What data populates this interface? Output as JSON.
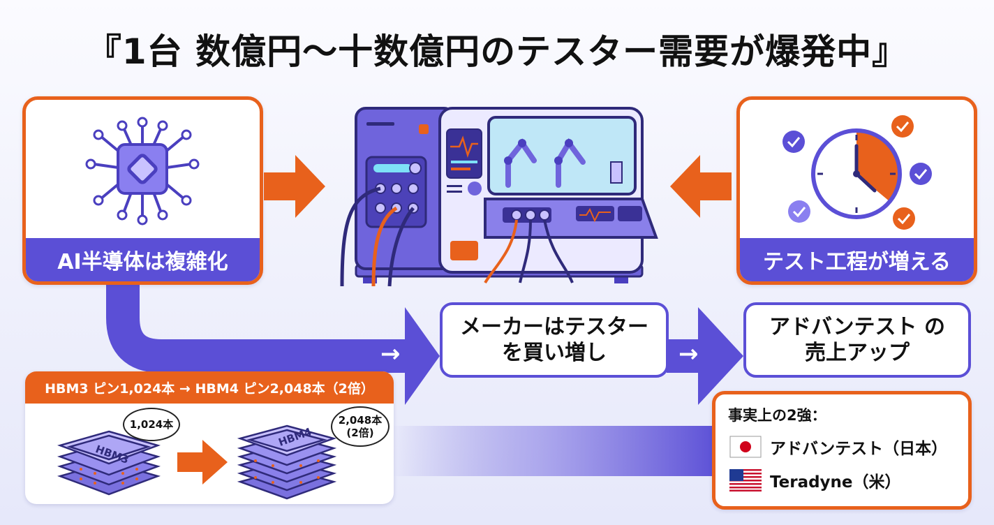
{
  "title": "『1台 数億円〜十数億円のテスター需要が爆発中』",
  "left_card": {
    "label": "AI半導体は複雑化",
    "icon": "ai-chip-icon"
  },
  "right_card": {
    "label": "テスト工程が増える",
    "icon": "clock-checklist-icon"
  },
  "center_image": {
    "icon": "semiconductor-tester-machine-icon"
  },
  "flow": {
    "step1": "メーカーはテスター\nを買い増し",
    "step2": "アドバンテスト の\n売上アップ",
    "arrow_symbol": "→"
  },
  "hbm": {
    "header": "HBM3 ピン1,024本 → HBM4 ピン2,048本（2倍）",
    "chip_left": "HBM3",
    "chip_right": "HBM4",
    "bubble_left": "1,024本",
    "bubble_right_line1": "2,048本",
    "bubble_right_line2": "(2倍)"
  },
  "makers": {
    "title": "事実上の2強：",
    "items": [
      {
        "flag": "japan-flag-icon",
        "name": "アドバンテスト（日本）"
      },
      {
        "flag": "usa-flag-icon",
        "name": "Teradyne（米）"
      }
    ]
  },
  "colors": {
    "orange": "#e8611c",
    "purple": "#5b4fd6",
    "lavender": "#b9b3f1"
  }
}
